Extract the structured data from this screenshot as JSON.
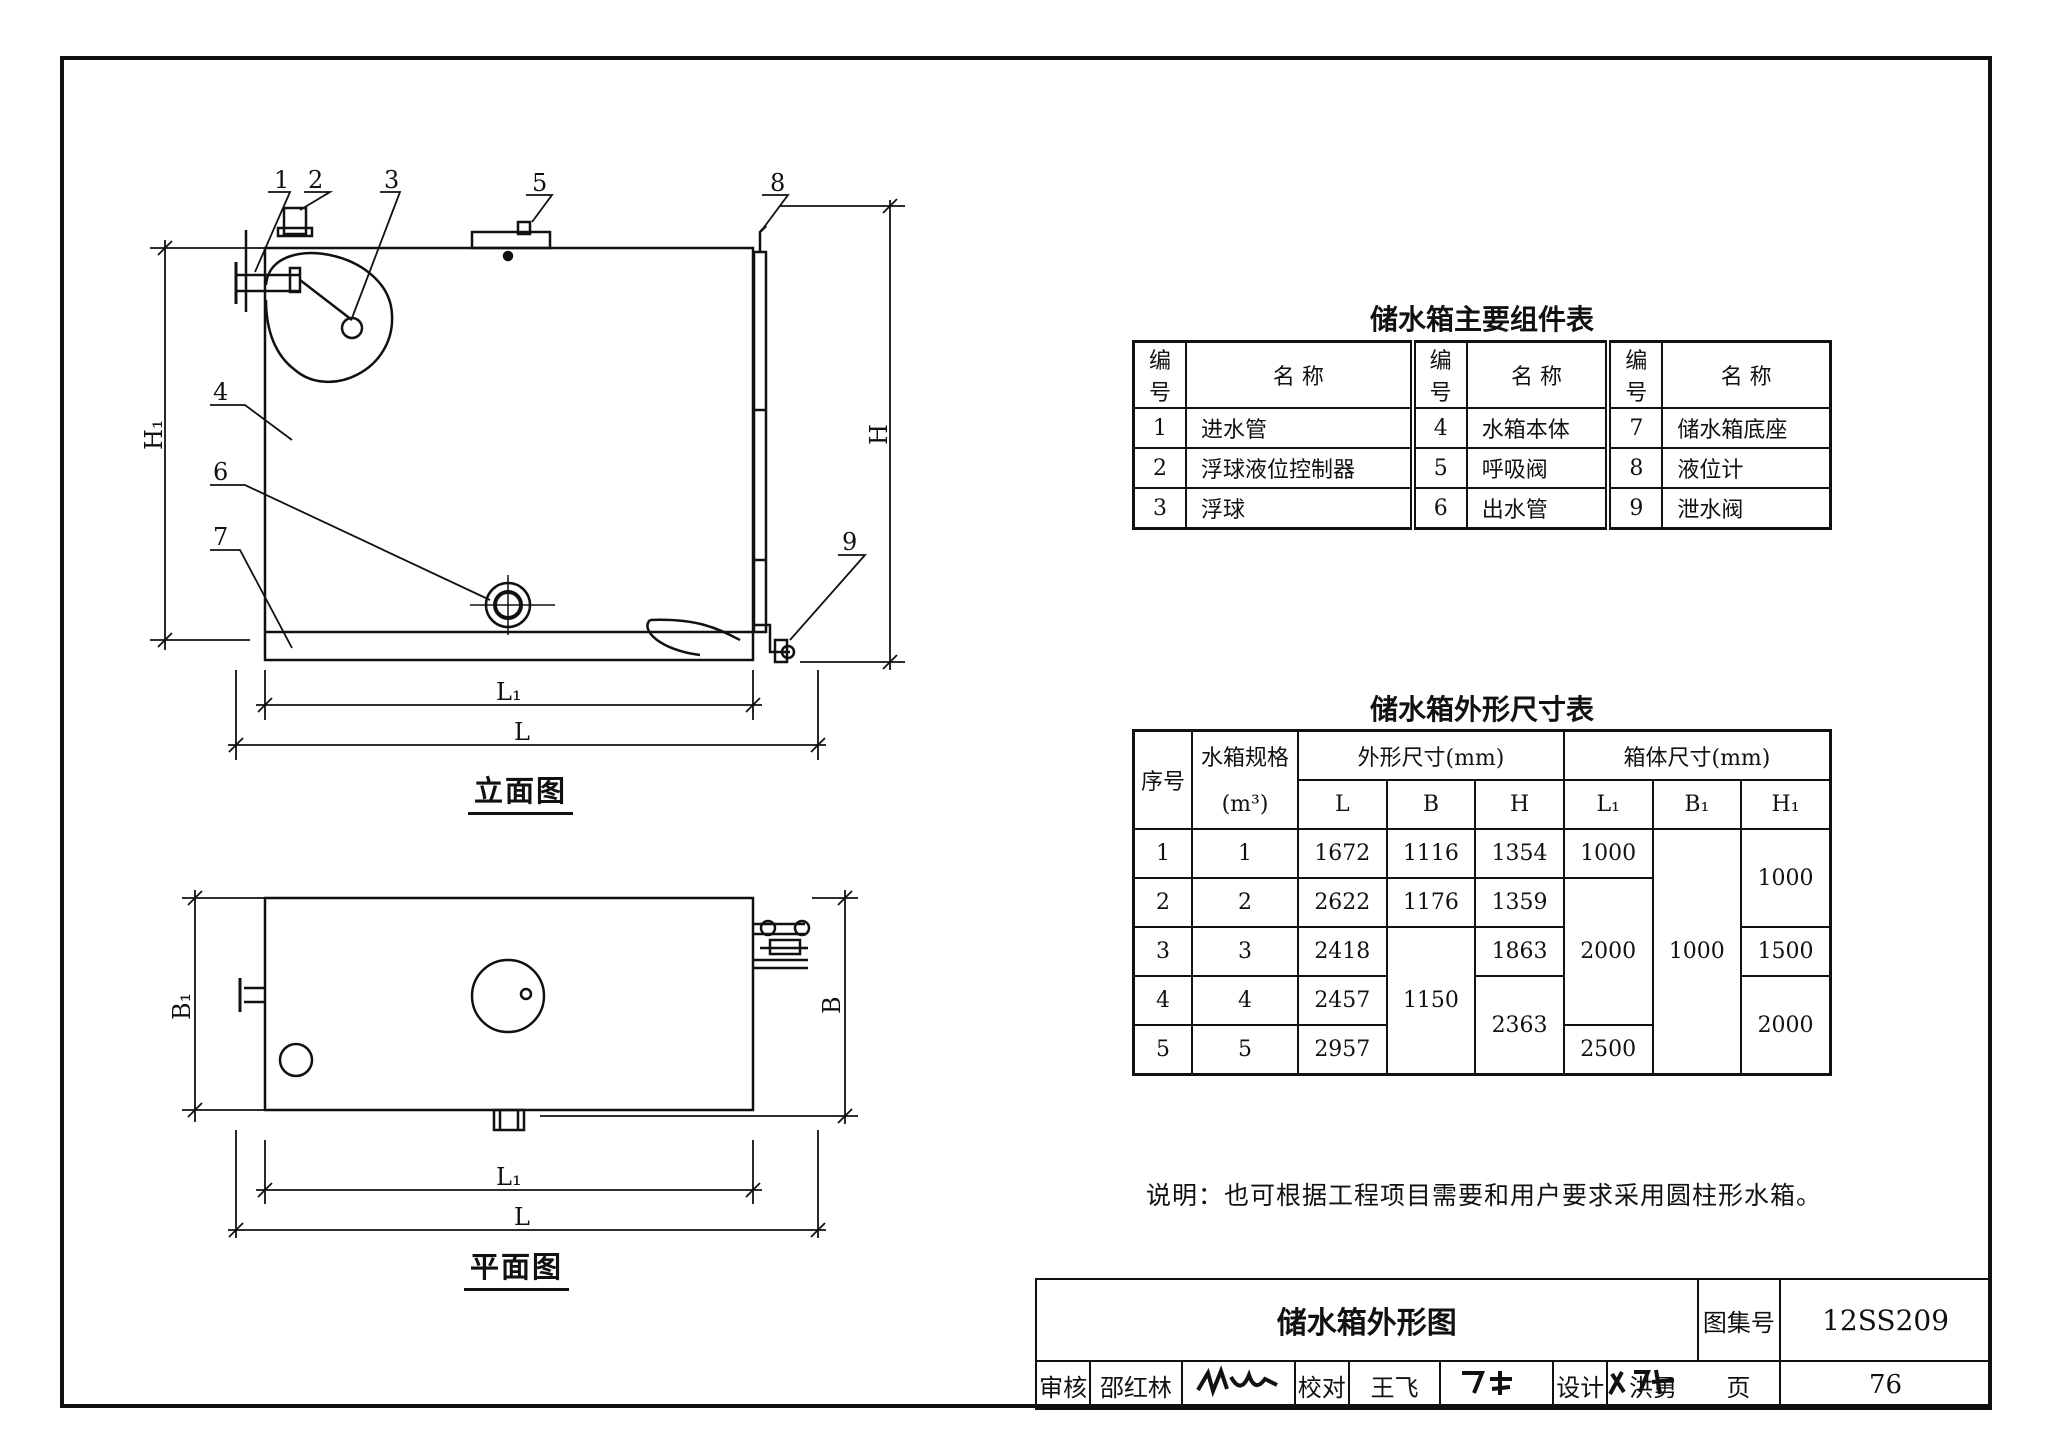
{
  "elevation_caption": "立面图",
  "plan_caption": "平面图",
  "drawing_labels": {
    "n1": "1",
    "n2": "2",
    "n3": "3",
    "n4": "4",
    "n5": "5",
    "n6": "6",
    "n7": "7",
    "n8": "8",
    "n9": "9",
    "H1": "H₁",
    "H": "H",
    "L1": "L₁",
    "L": "L",
    "B1": "B₁",
    "B": "B"
  },
  "components_table": {
    "title": "储水箱主要组件表",
    "header": [
      "编号",
      "名 称",
      "编号",
      "名 称",
      "编号",
      "名 称"
    ],
    "rows": [
      [
        "1",
        "进水管",
        "4",
        "水箱本体",
        "7",
        "储水箱底座"
      ],
      [
        "2",
        "浮球液位控制器",
        "5",
        "呼吸阀",
        "8",
        "液位计"
      ],
      [
        "3",
        "浮球",
        "6",
        "出水管",
        "9",
        "泄水阀"
      ]
    ]
  },
  "dimensions_table": {
    "title": "储水箱外形尺寸表",
    "h_no": "序号",
    "h_spec": "水箱规格",
    "h_spec_unit": "(m³)",
    "h_outer": "外形尺寸(mm)",
    "h_body": "箱体尺寸(mm)",
    "col_L": "L",
    "col_B": "B",
    "col_H": "H",
    "col_L1": "L₁",
    "col_B1": "B₁",
    "col_H1": "H₁",
    "r1": [
      "1",
      "1",
      "1672",
      "1116",
      "1354",
      "1000"
    ],
    "r2": [
      "2",
      "2",
      "2622",
      "1176",
      "1359"
    ],
    "r3": [
      "3",
      "3",
      "2418",
      "1863"
    ],
    "r4": [
      "4",
      "4",
      "2457"
    ],
    "r5": [
      "5",
      "5",
      "2957",
      "2500"
    ],
    "B_345": "1150",
    "H_45": "2363",
    "L1_234": "2000",
    "B1_all": "1000",
    "H1_12": "1000",
    "H1_3": "1500",
    "H1_45": "2000"
  },
  "note": "说明：也可根据工程项目需要和用户要求采用圆柱形水箱。",
  "title_block": {
    "drawing_title": "储水箱外形图",
    "atlas_label": "图集号",
    "atlas_no": "12SS209",
    "review_label": "审核",
    "reviewer": "邵红林",
    "check_label": "校对",
    "checker": "王飞",
    "design_label": "设计",
    "designer": "洪勇",
    "page_label": "页",
    "page_no": "76"
  }
}
